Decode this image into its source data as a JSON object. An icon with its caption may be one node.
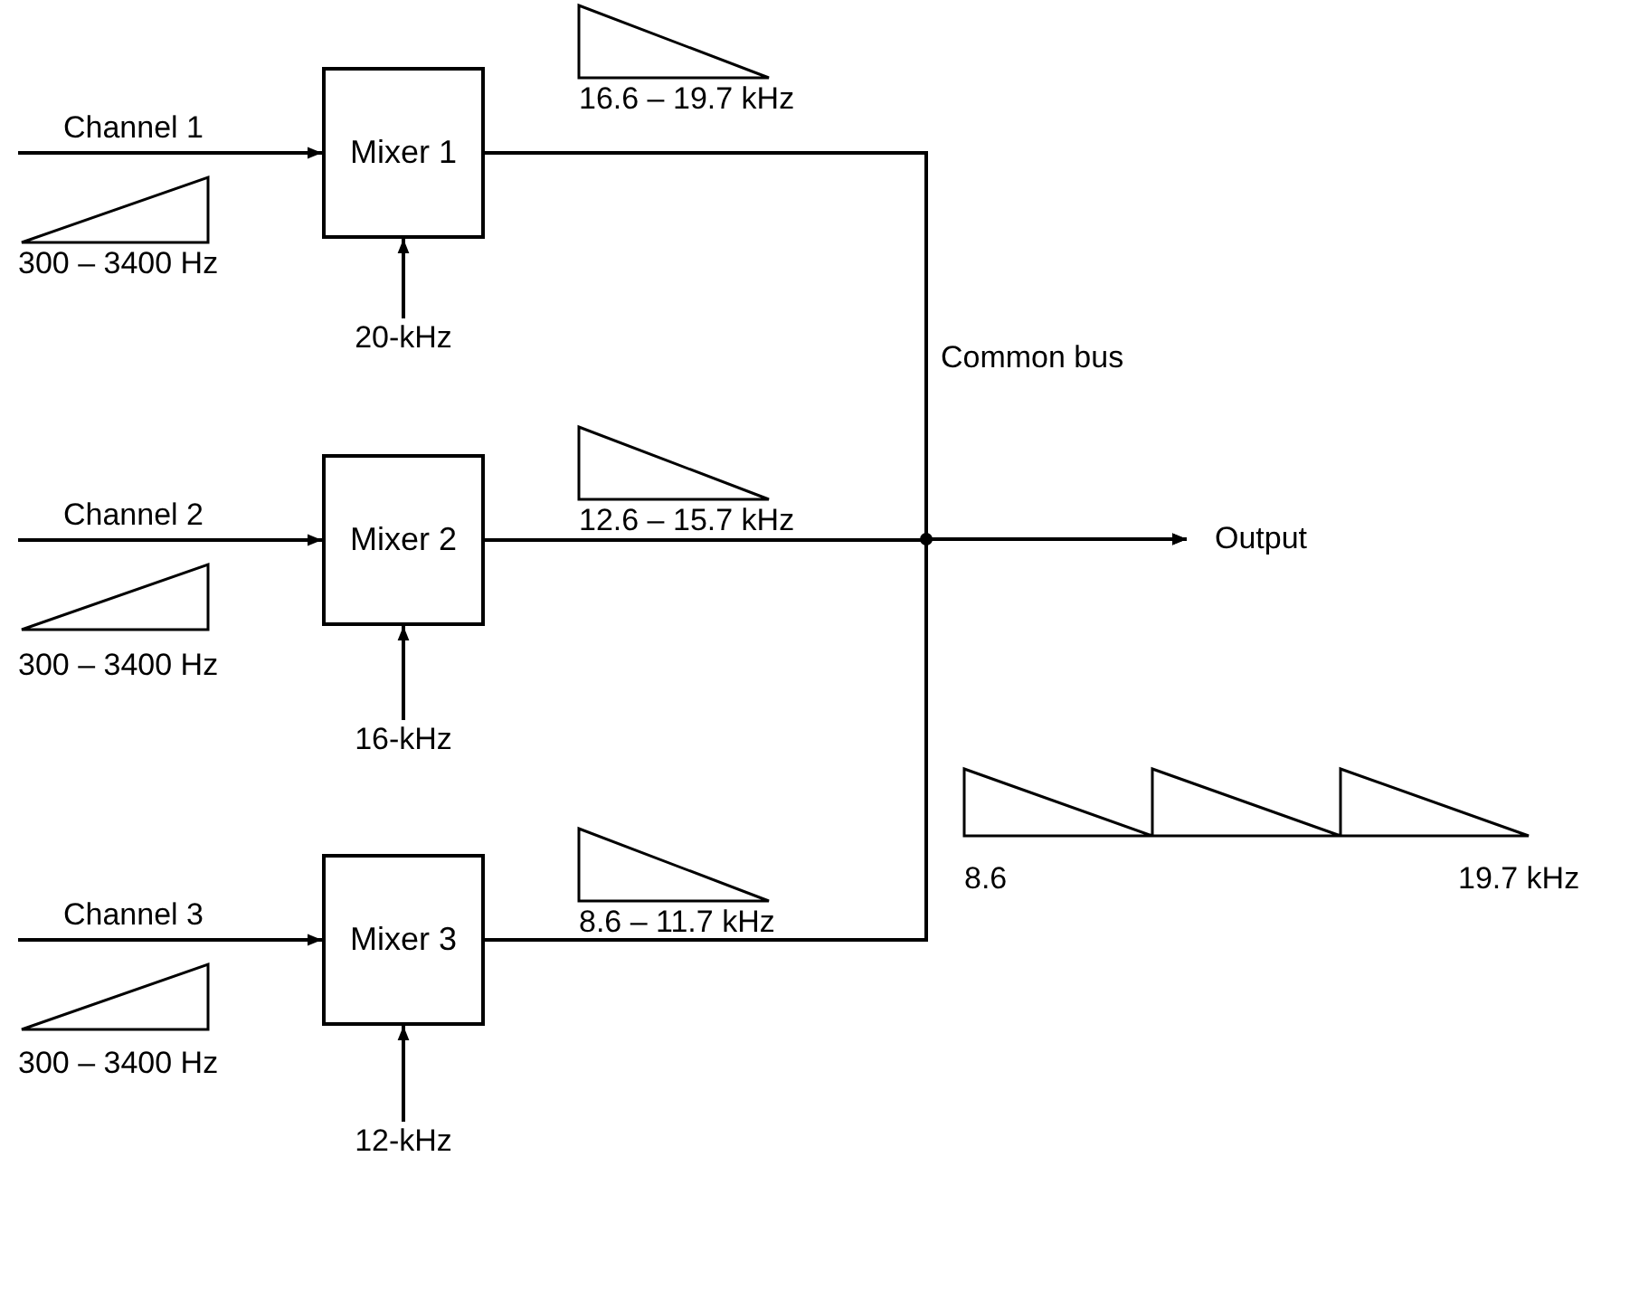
{
  "diagram": {
    "nodes": [
      {
        "text": [
          "Mixer 1"
        ]
      },
      {
        "text": [
          "Mixer 2"
        ]
      },
      {
        "text": [
          "Mixer 3"
        ]
      },
      {
        "text": [
          "20-kHz"
        ]
      },
      {
        "text": [
          "16-kHz"
        ]
      },
      {
        "text": [
          "12-kHz"
        ]
      },
      {
        "text": [
          "Output"
        ]
      }
    ],
    "edges": [
      {
        "from": null,
        "to": 0,
        "arrow": "to",
        "label": "Channel 1"
      },
      {
        "from": 3,
        "to": 0,
        "arrow": "to"
      },
      {
        "from": 0,
        "to": 6,
        "arrow": "to"
      },
      {
        "from": null,
        "to": 1,
        "arrow": "to",
        "label": "Channel 2"
      },
      {
        "from": 4,
        "to": 1,
        "arrow": "to"
      },
      {
        "from": 1,
        "to": 6,
        "arrow": "to"
      },
      {
        "from": null,
        "to": 2,
        "arrow": "to",
        "label": "Channel 3"
      },
      {
        "from": 5,
        "to": 2,
        "arrow": "to"
      },
      {
        "from": 2,
        "to": 6,
        "arrow": "to"
      }
    ],
    "labels": [
      "16.6 – 19.7 kHz",
      "300 – 3400 Hz",
      "Common bus",
      "12.6 – 15.7 kHz",
      "300 – 3400 Hz",
      "8.6",
      "19.7 kHz",
      "8.6 – 11.7 kHz",
      "300 – 3400 Hz"
    ]
  }
}
